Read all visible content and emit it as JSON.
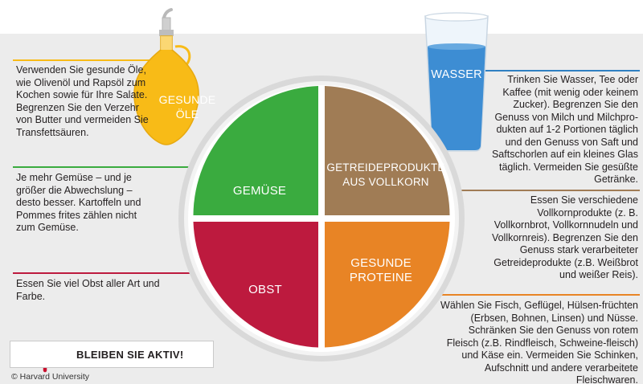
{
  "colors": {
    "vegetables": "#3aab3f",
    "grains": "#a07c55",
    "protein": "#e88425",
    "fruits": "#bd1a3e",
    "oil": "#f8bb17",
    "water": "#2f80c2",
    "background": "#ececec"
  },
  "oil": {
    "label_line1": "GESUNDE",
    "label_line2": "ÖLE",
    "text": "Verwenden Sie gesunde Öle, wie Olivenöl und Rapsöl zum Kochen sowie für Ihre Salate. Begrenzen Sie den Verzehr von Butter und vermeiden Sie Transfettsäuren."
  },
  "water": {
    "label": "WASSER",
    "text": "Trinken Sie Wasser, Tee oder Kaffee (mit wenig oder keinem Zucker). Begrenzen Sie den Genuss von Milch und Milchpro-dukten auf 1-2 Portionen täglich und den Genuss von Saft und Saftschorlen auf ein kleines Glas täglich. Vermeiden Sie gesüßte Getränke."
  },
  "plate": {
    "vegetables": {
      "label": "GEMÜSE",
      "text": "Je mehr Gemüse – und je größer die Abwechslung – desto besser. Kartoffeln und Pommes frites zählen nicht zum Gemüse."
    },
    "grains": {
      "label_line1": "GETREIDEPRODUKTE",
      "label_line2": "AUS VOLLKORN",
      "text": "Essen Sie verschiedene Vollkornprodukte (z. B. Vollkornbrot, Vollkornnudeln und Vollkornreis). Begrenzen Sie den Genuss stark verarbeiteter Getreideprodukte (z.B. Weißbrot und weißer Reis)."
    },
    "protein": {
      "label_line1": "GESUNDE",
      "label_line2": "PROTEINE",
      "text": "Wählen Sie Fisch, Geflügel, Hülsen-früchten (Erbsen, Bohnen, Linsen) und Nüsse. Schränken Sie den Genuss von rotem Fleisch (z.B. Rindfleisch, Schweine-fleisch) und Käse ein. Vermeiden Sie Schinken, Aufschnitt und andere verarbeitete Fleischwaren."
    },
    "fruits": {
      "label": "OBST",
      "text": "Essen Sie viel Obst aller Art und Farbe."
    }
  },
  "active": {
    "label": "BLEIBEN SIE AKTIV!",
    "icon": "running-person-icon"
  },
  "credit": "© Harvard University"
}
